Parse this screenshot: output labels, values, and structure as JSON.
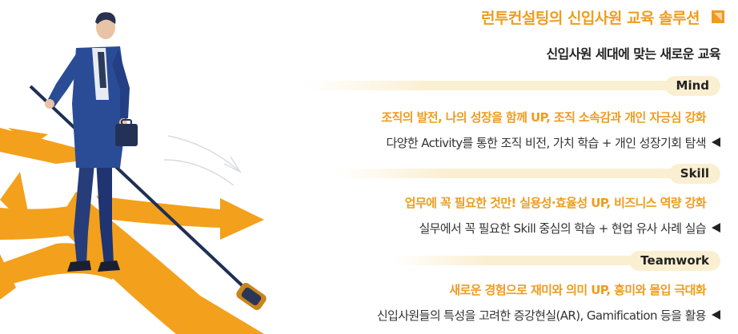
{
  "header": {
    "title": "런투컨설팅의 신입사원 교육 솔루션",
    "subtitle": "신입사원 세대에 맞는 새로운 교육"
  },
  "colors": {
    "accent": "#ef9c1e",
    "badge_bg": "#fbefd2",
    "text": "#222222"
  },
  "sections": [
    {
      "badge": "Mind",
      "headline": "조직의 발전, 나의 성장을 함께 UP, 조직 소속감과 개인 자긍심 강화",
      "description": "다양한 Activity를 통한 조직 비전, 가치 학습 + 개인 성장기회 탐색"
    },
    {
      "badge": "Skill",
      "headline": "업무에 꼭 필요한 것만! 실용성·효율성 UP, 비즈니스 역량 강화",
      "description": "실무에서 꼭 필요한 Skill 중심의 학습 + 현업 유사 사례 실습"
    },
    {
      "badge": "Teamwork",
      "headline": "새로운 경험으로 재미와 의미 UP, 흥미와 몰입 극대화",
      "description": "신입사원들의 특성을 고려한  증강현실(AR), Gamification 등을 활용"
    }
  ]
}
